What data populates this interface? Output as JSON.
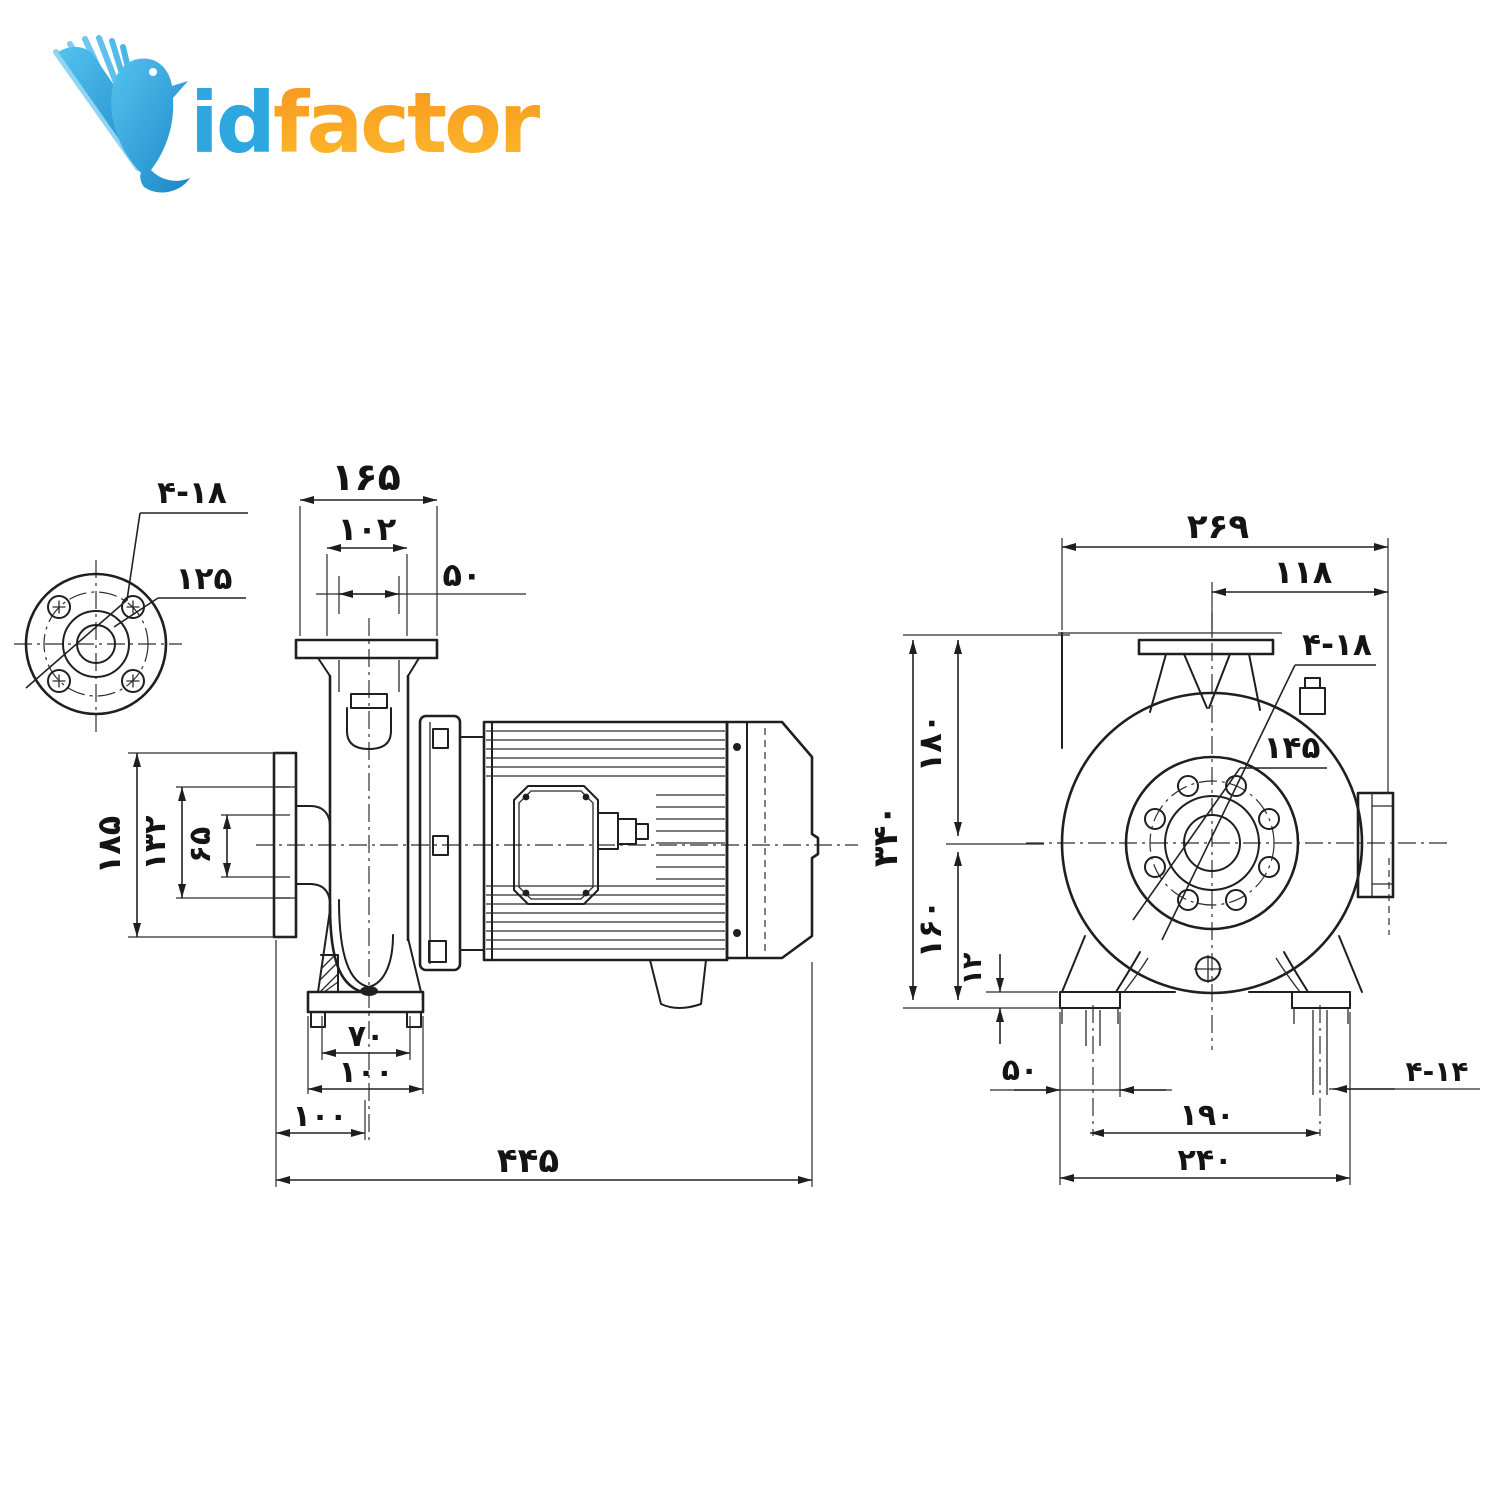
{
  "page": {
    "background": "#ffffff"
  },
  "logo": {
    "brand_prefix": "id",
    "brand_suffix": "factor",
    "colors": {
      "blue": "#2ea7e0",
      "orange_top": "#f7941e",
      "orange_bottom": "#fdbb2d"
    }
  },
  "drawing": {
    "flange_detail": {
      "bolt_callout": "۴-۱۸",
      "bolt_circle_diameter": "۱۲۵"
    },
    "side_view": {
      "discharge_flange_width": "۱۶۵",
      "discharge_port_width": "۱۰۲",
      "discharge_bore": "۵۰",
      "suction_flange_od": "۱۸۵",
      "suction_bolt_circle": "۱۳۲",
      "suction_bore": "۶۵",
      "foot_slot_width": "۷۰",
      "foot_plate_width": "۱۰۰",
      "flange_to_axis": "۱۰۰",
      "overall_length": "۴۴۵"
    },
    "front_view": {
      "overall_width": "۲۶۹",
      "axis_to_right_edge": "۱۱۸",
      "bolt_callout": "۴-۱۸",
      "bolt_circle_diameter": "۱۴۵",
      "axis_to_top": "۱۸۰",
      "overall_height": "۳۴۰",
      "axis_to_base": "۱۶۰",
      "base_plate_thickness": "۱۲",
      "foot_plate_width": "۵۰",
      "foot_hole_spacing": "۱۹۰",
      "base_width": "۲۴۰",
      "foot_hole_callout": "۴-۱۴"
    }
  }
}
